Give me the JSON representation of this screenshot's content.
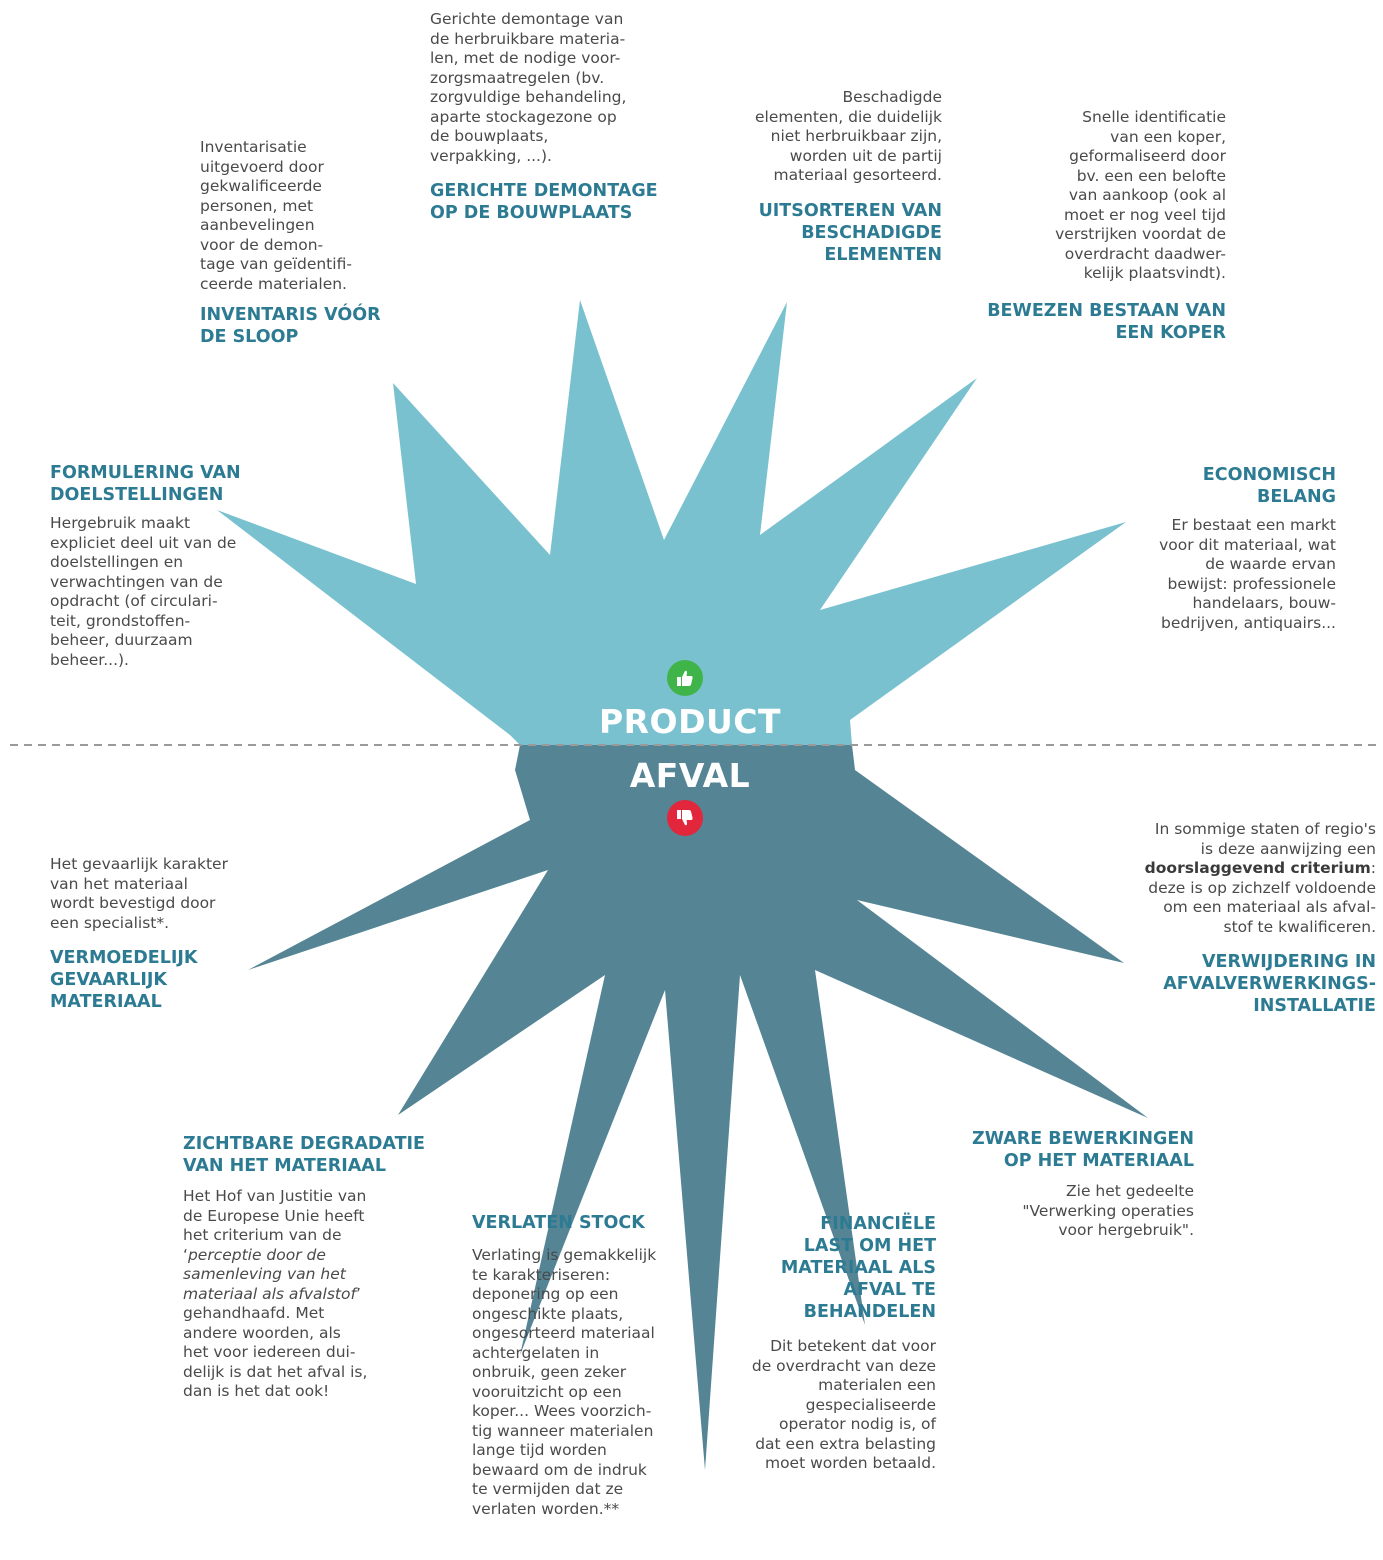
{
  "colors": {
    "product": "#79c1cf",
    "afval": "#558494",
    "title": "#2d7b93",
    "text": "#4a4a4a",
    "thumb_up": "#3fb449",
    "thumb_down": "#e2263c",
    "divider": "#9a9a9a"
  },
  "center": {
    "product_label": "PRODUCT",
    "afval_label": "AFVAL",
    "product_icon": "thumbs-up-icon",
    "afval_icon": "thumbs-down-icon"
  },
  "product": {
    "inventaris": {
      "title": "INVENTARIS VÓÓR DE SLOOP",
      "desc_lines": [
        "Inventarisatie",
        "uitgevoerd door",
        "gekwalificeerde",
        "personen, met",
        "aanbevelingen",
        "voor de demon-",
        "tage van geïdentifi-",
        "ceerde materialen."
      ]
    },
    "demontage": {
      "title_lines": [
        "GERICHTE DEMONTAGE",
        "OP DE BOUWPLAATS"
      ],
      "desc_lines": [
        "Gerichte demontage van",
        "de herbruikbare materia-",
        "len, met de nodige voor-",
        "zorgsmaatregelen (bv.",
        "zorgvuldige behandeling,",
        "aparte stockagezone op",
        "de bouwplaats,",
        "verpakking, ...)."
      ]
    },
    "uitsorteren": {
      "title_lines": [
        "UITSORTEREN VAN",
        "BESCHADIGDE",
        "ELEMENTEN"
      ],
      "desc_lines": [
        "Beschadigde",
        "elementen, die duidelijk",
        "niet herbruikbaar zijn,",
        "worden uit de partij",
        "materiaal gesorteerd."
      ]
    },
    "koper": {
      "title_lines": [
        "BEWEZEN BESTAAN VAN",
        "EEN KOPER"
      ],
      "desc_lines": [
        "Snelle identificatie",
        "van een koper,",
        "geformaliseerd door",
        "bv. een een belofte",
        "van aankoop (ook al",
        "moet er nog veel tijd",
        "verstrijken voordat de",
        "overdracht daadwer-",
        "kelijk plaatsvindt)."
      ]
    },
    "economisch": {
      "title_lines": [
        "ECONOMISCH",
        "BELANG"
      ],
      "desc_lines": [
        "Er bestaat een markt",
        "voor dit materiaal, wat",
        "de waarde ervan",
        "bewijst: professionele",
        "handelaars, bouw-",
        "bedrijven, antiquairs..."
      ]
    },
    "doelstellingen": {
      "title_lines": [
        "FORMULERING VAN",
        "DOELSTELLINGEN"
      ],
      "desc_lines": [
        "Hergebruik maakt",
        "expliciet deel uit van de",
        "doelstellingen en",
        "verwachtingen van de",
        "opdracht (of circulari-",
        "teit, grondstoffen-",
        "beheer, duurzaam",
        "beheer...)."
      ]
    }
  },
  "afval": {
    "gevaarlijk": {
      "title_lines": [
        "VERMOEDELIJK",
        "GEVAARLIJK",
        "MATERIAAL"
      ],
      "desc_lines": [
        "Het gevaarlijk karakter",
        "van het materiaal",
        "wordt bevestigd door",
        "een specialist*."
      ]
    },
    "verwijdering": {
      "title_lines": [
        "VERWIJDERING IN",
        "AFVALVERWERKINGS-",
        "INSTALLATIE"
      ],
      "desc_line1": "In sommige staten of regio's",
      "desc_line2": "is deze aanwijzing een",
      "desc_bold": "doorslaggevend criterium",
      "desc_colon": ":",
      "desc_rest": [
        "deze is op zichzelf voldoende",
        "om een materiaal als afval-",
        "stof te kwalificeren."
      ]
    },
    "degradatie": {
      "title_lines": [
        "ZICHTBARE DEGRADATIE",
        "VAN HET MATERIAAL"
      ],
      "desc_lines_a": [
        "Het Hof van Justitie van",
        "de Europese Unie heeft",
        "het criterium van de"
      ],
      "quote_open": "‘",
      "desc_italic": [
        "perceptie door de",
        "samenleving van het",
        "materiaal als afvalstof"
      ],
      "quote_close": "’",
      "desc_lines_b": [
        "gehandhaafd. Met",
        "andere woorden, als",
        "het voor iedereen dui-",
        "delijk is dat het afval is,",
        "dan is het dat ook!"
      ]
    },
    "stock": {
      "title": "VERLATEN STOCK",
      "desc_lines": [
        "Verlating is gemakkelijk",
        "te karakteriseren:",
        "deponering op een",
        "ongeschikte plaats,",
        "ongesorteerd materiaal",
        "achtergelaten in",
        "onbruik, geen zeker",
        "vooruitzicht op een",
        "koper... Wees voorzich-",
        "tig wanneer materialen",
        "lange tijd worden",
        "bewaard om de indruk",
        "te vermijden dat ze",
        "verlaten worden.**"
      ]
    },
    "financiele": {
      "title_lines": [
        "FINANCIËLE",
        "LAST OM HET",
        "MATERIAAL ALS",
        "AFVAL TE",
        "BEHANDELEN"
      ],
      "desc_lines": [
        "Dit betekent dat voor",
        "de overdracht van deze",
        "materialen een",
        "gespecialiseerde",
        "operator nodig is, of",
        "dat een extra belasting",
        "moet worden betaald."
      ]
    },
    "bewerkingen": {
      "title_lines": [
        "ZWARE BEWERKINGEN",
        "OP HET MATERIAAL"
      ],
      "desc_lines": [
        "Zie het gedeelte",
        "\"Verwerking operaties",
        "voor hergebruik\"."
      ]
    }
  }
}
